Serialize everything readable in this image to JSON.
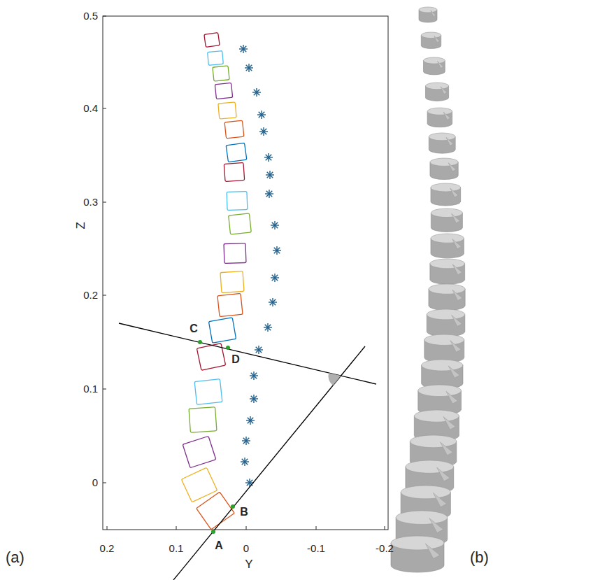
{
  "diagram": {
    "labels": [
      "0.5",
      "0.4",
      "0.3",
      "0.2",
      "0.1",
      "0",
      "Z",
      "C",
      "D",
      "B",
      "A",
      "0.2",
      "0.1",
      "0",
      "-0.1",
      "-0.2",
      "Y",
      "(a)",
      "(b)"
    ]
  }
}
